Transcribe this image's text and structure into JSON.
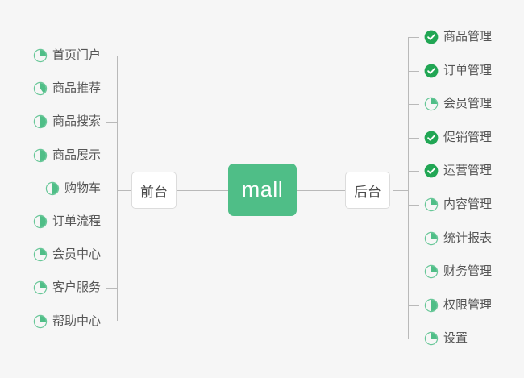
{
  "diagram": {
    "title": "mall",
    "background_color": "#f6f6f6",
    "accent_color": "#4fbe87",
    "line_color": "#b9b9b9",
    "text_color": "#555555",
    "center": {
      "label": "mall",
      "name": "center-node"
    },
    "branches": [
      {
        "label": "前台",
        "side": "left",
        "name": "branch-node-frontend",
        "items": [
          {
            "label": "首页门户",
            "icon": "pie-progress-icon",
            "progress": 25
          },
          {
            "label": "商品推荐",
            "icon": "pie-progress-icon",
            "progress": 40
          },
          {
            "label": "商品搜索",
            "icon": "pie-progress-icon",
            "progress": 50
          },
          {
            "label": "商品展示",
            "icon": "pie-progress-icon",
            "progress": 50
          },
          {
            "label": "购物车",
            "icon": "pie-progress-icon",
            "progress": 50
          },
          {
            "label": "订单流程",
            "icon": "pie-progress-icon",
            "progress": 50
          },
          {
            "label": "会员中心",
            "icon": "pie-progress-icon",
            "progress": 25
          },
          {
            "label": "客户服务",
            "icon": "pie-progress-icon",
            "progress": 25
          },
          {
            "label": "帮助中心",
            "icon": "pie-progress-icon",
            "progress": 25
          }
        ]
      },
      {
        "label": "后台",
        "side": "right",
        "name": "branch-node-backend",
        "items": [
          {
            "label": "商品管理",
            "icon": "check-circle-icon",
            "progress": 100
          },
          {
            "label": "订单管理",
            "icon": "check-circle-icon",
            "progress": 100
          },
          {
            "label": "会员管理",
            "icon": "pie-progress-icon",
            "progress": 25
          },
          {
            "label": "促销管理",
            "icon": "check-circle-icon",
            "progress": 100
          },
          {
            "label": "运营管理",
            "icon": "check-circle-icon",
            "progress": 100
          },
          {
            "label": "内容管理",
            "icon": "pie-progress-icon",
            "progress": 25
          },
          {
            "label": "统计报表",
            "icon": "pie-progress-icon",
            "progress": 25
          },
          {
            "label": "财务管理",
            "icon": "pie-progress-icon",
            "progress": 25
          },
          {
            "label": "权限管理",
            "icon": "pie-progress-icon",
            "progress": 50
          },
          {
            "label": "设置",
            "icon": "pie-progress-icon",
            "progress": 25
          }
        ]
      }
    ]
  }
}
